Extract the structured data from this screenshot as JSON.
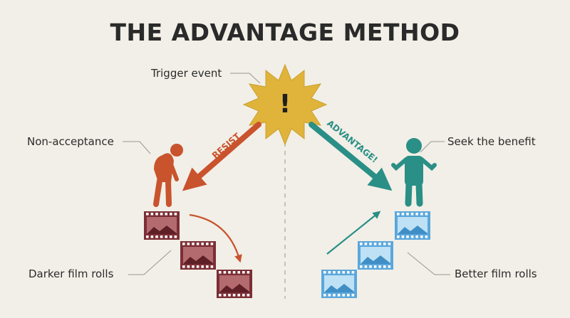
{
  "title": "THE ADVANTAGE METHOD",
  "labels": {
    "trigger": "Trigger event",
    "non_acceptance": "Non-acceptance",
    "seek_benefit": "Seek the benefit",
    "darker_rolls": "Darker film rolls",
    "better_rolls": "Better film rolls"
  },
  "arrows": {
    "resist": "RESIST",
    "advantage": "ADVANTAGE!"
  },
  "trigger_symbol": "!",
  "colors": {
    "background": "#f1efe7",
    "title": "#2a2a2a",
    "burst": "#e0b33a",
    "resist": "#c9532d",
    "advantage": "#2a8f86",
    "dark_film": "#7b2e35",
    "bright_film": "#5aa7dc",
    "person_down": "#c9532d",
    "person_up": "#2a8f86"
  },
  "icons": [
    "starburst-icon",
    "slumped-person-icon",
    "confident-person-icon",
    "film-frame-icon"
  ]
}
